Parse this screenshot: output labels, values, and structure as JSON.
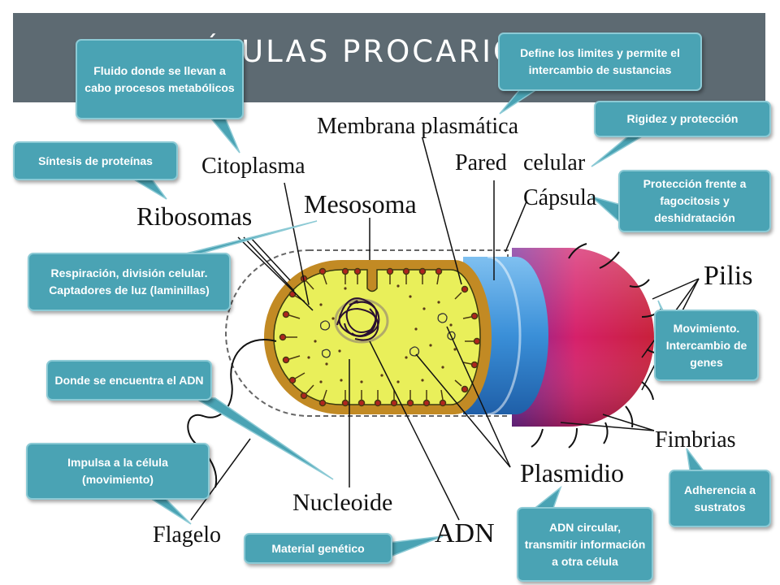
{
  "slide_title": "CÉLULAS PROCARIOTAS",
  "structure_labels": {
    "membrana": "Membrana plasmática",
    "citoplasma": "Citoplasma",
    "pared": "Pared",
    "celular": "celular",
    "capsula": "Cápsula",
    "ribosomas": "Ribosomas",
    "mesosoma": "Mesosoma",
    "pilis": "Pilis",
    "fimbrias": "Fimbrias",
    "plasmidio": "Plasmidio",
    "nucleoide": "Nucleoide",
    "adn": "ADN",
    "flagelo": "Flagelo"
  },
  "callouts": {
    "citoplasma": "Fluido donde se llevan a cabo procesos metabólicos",
    "membrana": "Define los limites y permite el intercambio de sustancias",
    "pared": "Rigidez y protección",
    "ribosomas": "Síntesis de proteínas",
    "capsula": "Protección frente a fagocitosis y deshidratación",
    "mesosoma": "Respiración, división celular. Captadores de luz (laminillas)",
    "pilis": "Movimiento. Intercambio de genes",
    "nucleoide": "Donde se encuentra el ADN",
    "flagelo": "Impulsa a la célula (movimiento)",
    "fimbrias": "Adherencia a sustratos",
    "adn": "Material genético",
    "plasmidio": "ADN circular, transmitir información a otra célula"
  },
  "colors": {
    "title_bar": "#5d6a72",
    "callout_fill": "#4aa3b4",
    "cytoplasm": "#e9ef5a",
    "membrane_outer": "#c28a24",
    "cell_wall": "#3a8fd8",
    "capsule": "#d6206a"
  }
}
